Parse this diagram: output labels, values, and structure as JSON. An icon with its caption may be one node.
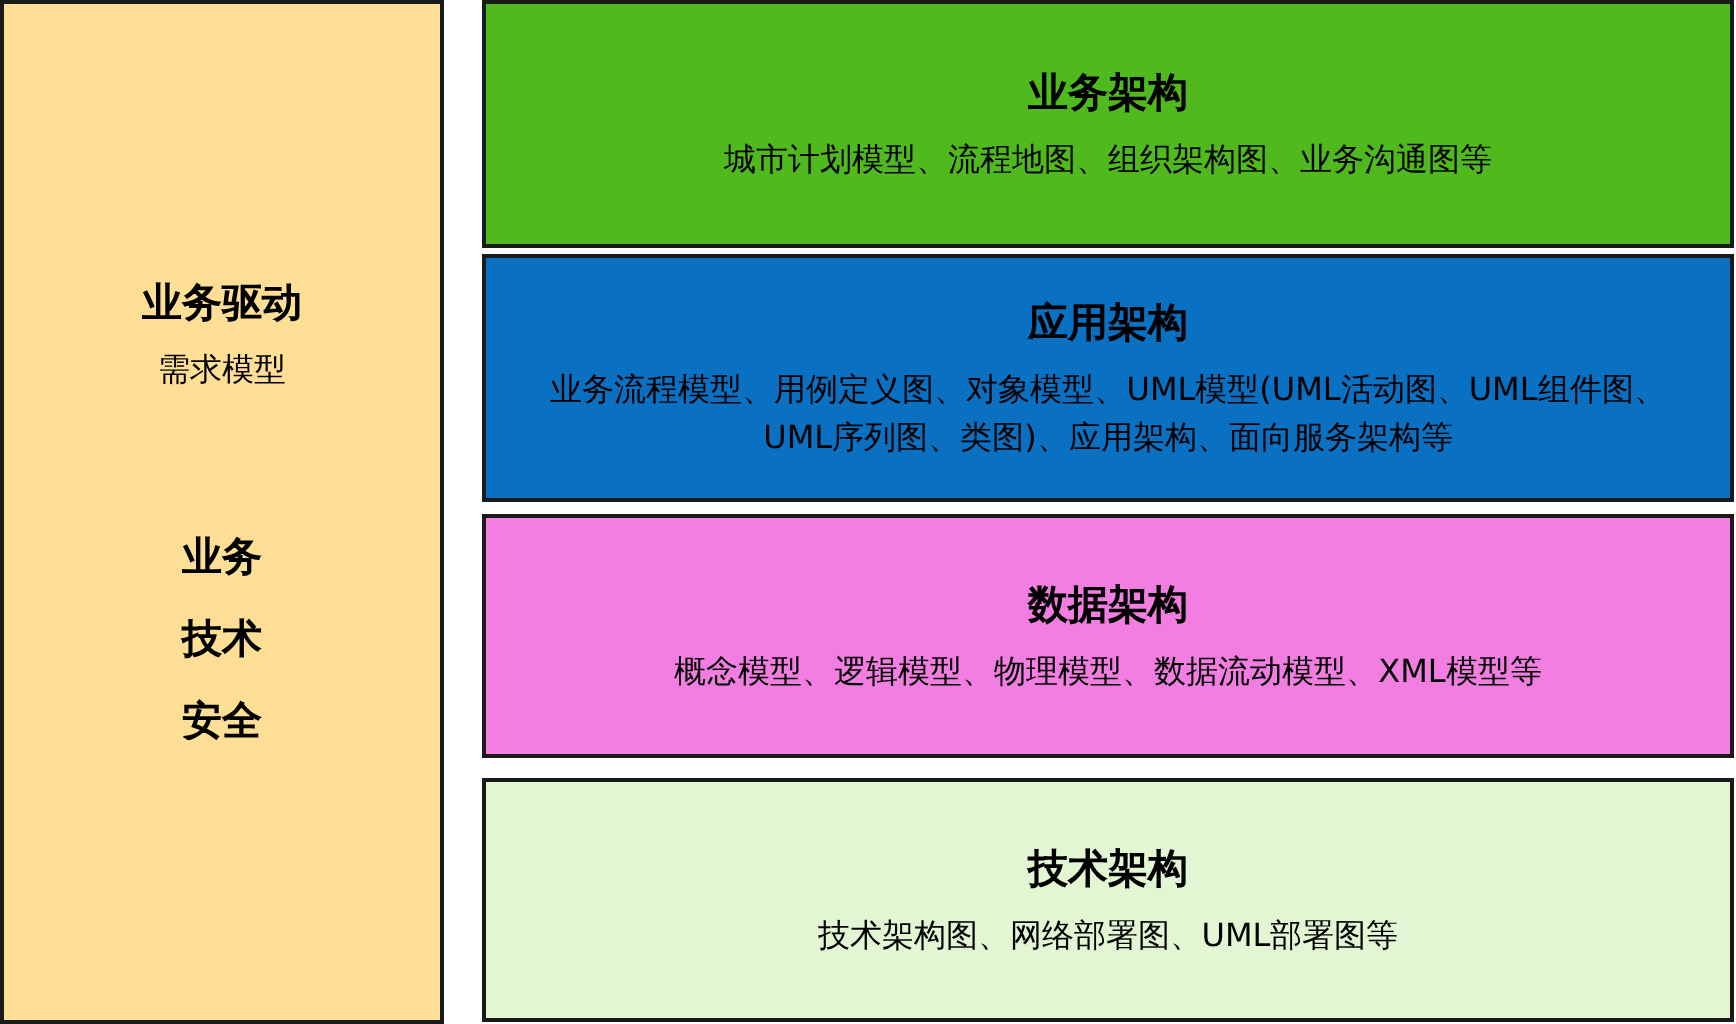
{
  "diagram": {
    "nodes": [
      {
        "text": [
          "业务驱动",
          "需求模型",
          "业务",
          "技术",
          "安全"
        ]
      },
      {
        "text": [
          "业务架构",
          "城市计划模型、流程地图、组织架构图、业务沟通图等"
        ]
      },
      {
        "text": [
          "应用架构",
          "业务流程模型、用例定义图、对象模型、UML模型(UML活动图、UML组件图、UML序列图、类图)、应用架构、面向服务架构等"
        ]
      },
      {
        "text": [
          "数据架构",
          "概念模型、逻辑模型、物理模型、数据流动模型、XML模型等"
        ]
      },
      {
        "text": [
          "技术架构",
          "技术架构图、网络部署图、UML部署图等"
        ]
      }
    ]
  }
}
